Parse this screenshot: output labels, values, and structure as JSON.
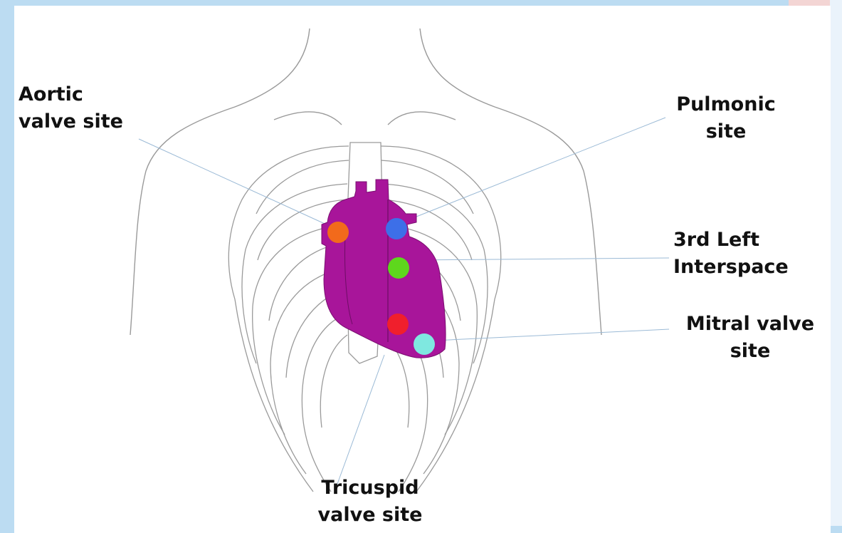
{
  "labels": {
    "aortic": {
      "line1": "Aortic",
      "line2": "valve site"
    },
    "pulmonic": {
      "line1": "Pulmonic",
      "line2": "site"
    },
    "third_left": {
      "line1": "3rd Left",
      "line2": "Interspace"
    },
    "mitral": {
      "line1": "Mitral valve",
      "line2": "site"
    },
    "tricuspid": {
      "line1": "Tricuspid",
      "line2": "valve site"
    }
  },
  "colors": {
    "heart": "#a8159a",
    "aortic_dot": "#f26a1b",
    "pulmonic_dot": "#3d6fe8",
    "third_left_dot": "#5ed71d",
    "tricuspid_dot": "#f01f2c",
    "mitral_dot": "#7fe8e0"
  }
}
